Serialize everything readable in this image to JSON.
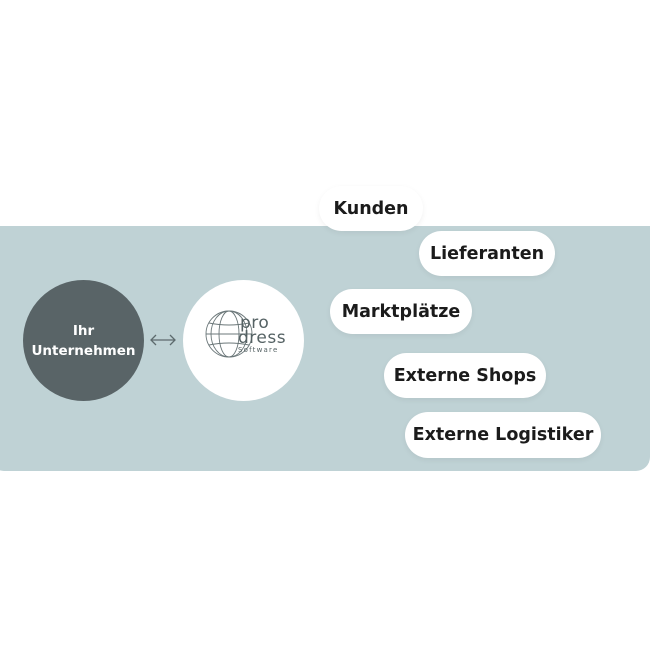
{
  "company": {
    "label": "Ihr\nUnternehmen"
  },
  "connector": {
    "symbol": "arrow-left-right-icon"
  },
  "logo": {
    "line1": "pro",
    "line2": "dress",
    "line3": "Software",
    "icon": "globe-icon"
  },
  "partners": [
    {
      "label": "Kunden"
    },
    {
      "label": "Lieferanten"
    },
    {
      "label": "Marktplätze"
    },
    {
      "label": "Externe Shops"
    },
    {
      "label": "Externe Logistiker"
    }
  ],
  "colors": {
    "band": "#bfd2d5",
    "company_circle": "#596467",
    "pill_bg": "#ffffff",
    "pill_text": "#1b1b1b"
  }
}
